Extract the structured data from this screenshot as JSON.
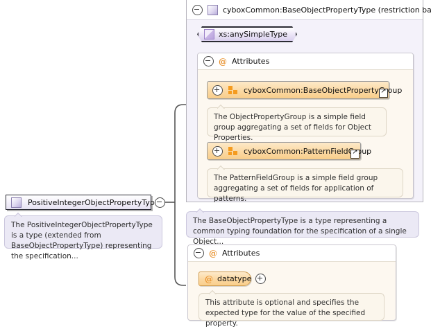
{
  "diagram": {
    "kind": "xsd-schema-documentation",
    "root_type": {
      "name": "PositiveIntegerObjectPropertyType",
      "icon": "complex-type-icon",
      "toggle": "minus-icon",
      "annotation": "The PositiveIntegerObjectPropertyType is a type (extended from BaseObjectPropertyType) representing the specification..."
    },
    "base_panel": {
      "toggle": "minus-icon",
      "icon": "complex-type-icon",
      "title": "cyboxCommon:BaseObjectPropertyType (restriction base)",
      "simple_type": {
        "label": "xs:anySimpleType",
        "icon": "simple-type-icon"
      },
      "attributes": {
        "toggle": "minus-icon",
        "icon": "at-icon",
        "label": "Attributes",
        "groups": [
          {
            "toggle": "plus-icon",
            "icon": "attribute-group-icon",
            "name": "cyboxCommon:BaseObjectPropertyGroup",
            "link": "external-link-icon",
            "annotation": "The ObjectPropertyGroup is a simple field group aggregating a set of fields for Object Properties."
          },
          {
            "toggle": "plus-icon",
            "icon": "attribute-group-icon",
            "name": "cyboxCommon:PatternFieldGroup",
            "link": "external-link-icon",
            "annotation": "The PatternFieldGroup is a simple field group aggregating a set of fields for application of patterns."
          }
        ]
      },
      "annotation": "The BaseObjectPropertyType is a type representing a common typing foundation for the specification of a single Object..."
    },
    "own_attributes": {
      "toggle": "minus-icon",
      "icon": "at-icon",
      "label": "Attributes",
      "items": [
        {
          "icon": "at-icon",
          "name": "datatype",
          "toggle": "plus-icon",
          "annotation": "This attribute is optional and specifies the expected type for the value of the specified property."
        }
      ]
    },
    "colors": {
      "panel_background": "#f4f2fa",
      "attributes_background": "#fdf8f0",
      "group_box": "#fbd9a3",
      "accent_orange": "#E8902B",
      "type_purple": "#b9aedb",
      "connector": "#555555"
    }
  }
}
